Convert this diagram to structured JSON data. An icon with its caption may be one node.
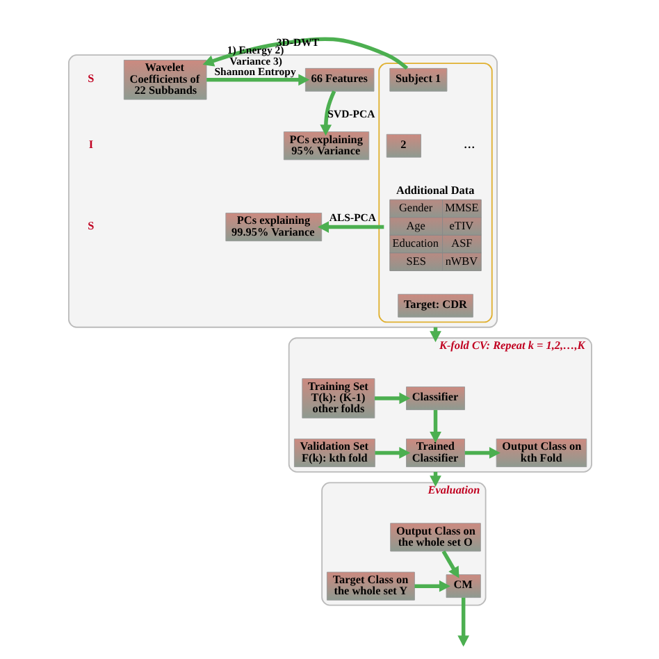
{
  "diagram": {
    "nodes": [
      {
        "text": [],
        "shape": "box"
      },
      {
        "text": [],
        "shape": "box",
        "in": 0
      },
      {
        "text": [
          "Subject 1"
        ],
        "in": 1
      },
      {
        "text": [
          "2"
        ],
        "in": 1
      },
      {
        "text": [
          "Additional Data",
          "Gender",
          "MMSE",
          "Age",
          "eTIV",
          "Education",
          "ASF",
          "SES",
          "nWBV"
        ],
        "in": 1
      },
      {
        "text": [
          "Target: CDR"
        ],
        "in": 1
      },
      {
        "text": [
          "Wavelet Coefficients of 22 Subbands"
        ],
        "in": 0
      },
      {
        "text": [
          "66 Features"
        ],
        "in": 0
      },
      {
        "text": [
          "PCs explaining 95% Variance"
        ],
        "in": 0
      },
      {
        "text": [
          "PCs explaining 99.95% Variance"
        ],
        "in": 0
      },
      {
        "text": [
          "K-fold CV: Repeat k = 1,2,…,K"
        ]
      },
      {
        "text": [
          "Training Set",
          "T(k): (K-1) other folds"
        ],
        "in": 10
      },
      {
        "text": [
          "Classifier"
        ],
        "in": 10
      },
      {
        "text": [
          "Validation Set",
          "F(k): kth fold"
        ],
        "in": 10
      },
      {
        "text": [
          "Trained Classifier"
        ],
        "in": 10
      },
      {
        "text": [
          "Output Class on kth Fold"
        ],
        "in": 10
      },
      {
        "text": [
          "Evaluation"
        ]
      },
      {
        "text": [
          "Output Class on the whole set O"
        ],
        "in": 16
      },
      {
        "text": [
          "Target Class on the whole set Y"
        ],
        "in": 16
      },
      {
        "text": [
          "CM"
        ],
        "in": 16
      }
    ],
    "edges": [
      {
        "from": 2,
        "to": 6,
        "arrow": "to",
        "label": "3D-DWT"
      },
      {
        "from": 6,
        "to": 7,
        "arrow": "to",
        "label": "1) Energy 2) Variance 3) Shannon Entropy"
      },
      {
        "from": 7,
        "to": 8,
        "arrow": "to",
        "label": "SVD-PCA"
      },
      {
        "from": 4,
        "to": 9,
        "arrow": "to",
        "label": "ALS-PCA"
      },
      {
        "from": 0,
        "to": 10,
        "arrow": "to"
      },
      {
        "from": 11,
        "to": 12,
        "arrow": "to"
      },
      {
        "from": 12,
        "to": 14,
        "arrow": "to"
      },
      {
        "from": 13,
        "to": 14,
        "arrow": "to"
      },
      {
        "from": 14,
        "to": 15,
        "arrow": "to"
      },
      {
        "from": 10,
        "to": 16,
        "arrow": "to"
      },
      {
        "from": 17,
        "to": 19,
        "arrow": "to"
      },
      {
        "from": 18,
        "to": 19,
        "arrow": "to"
      },
      {
        "from": 19,
        "to": null,
        "arrow": "to"
      }
    ],
    "labels": [
      "S",
      "I",
      "S",
      "…"
    ]
  }
}
